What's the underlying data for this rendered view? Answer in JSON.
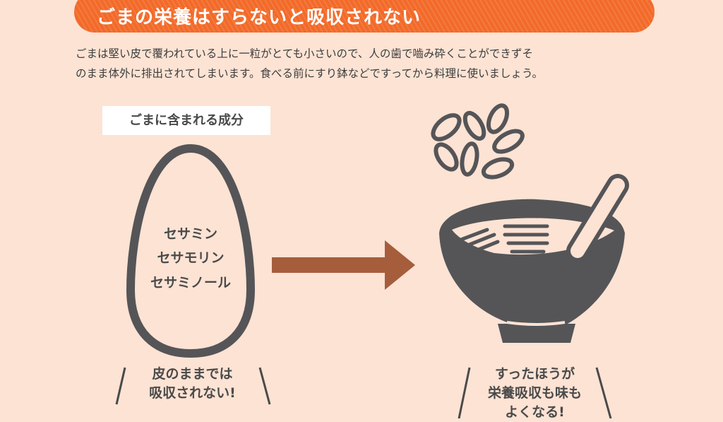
{
  "banner": {
    "title": "ごまの栄養はすらないと吸収されない"
  },
  "intro": {
    "line1": "ごまは堅い皮で覆われている上に一粒がとても小さいので、人の歯で嚙み砕くことができずそ",
    "line2": "のまま体外に排出されてしまいます。食べる前にすり鉢などですってから料理に使いましょう。"
  },
  "components": {
    "label": "ごまに含まれる成分",
    "items": [
      "セサミン",
      "セサモリン",
      "セサミノール"
    ]
  },
  "captions": {
    "left": [
      "皮のままでは",
      "吸収されない!"
    ],
    "right": [
      "すったほうが",
      "栄養吸収も味も",
      "よくなる!"
    ]
  },
  "colors": {
    "accent": "#f26522",
    "arrow": "#a65d3c",
    "icon": "#555558",
    "background": "#fce3d4"
  }
}
